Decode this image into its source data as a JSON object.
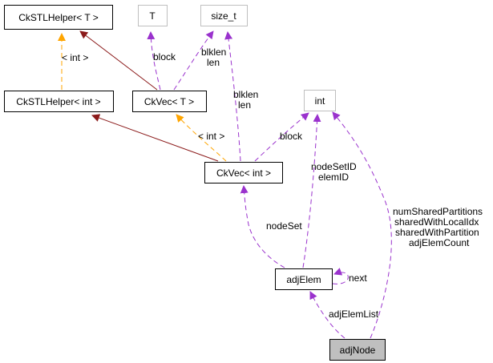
{
  "diagram": {
    "title": "adjNode collaboration graph",
    "colors": {
      "inheritance": "#8b1a1a",
      "template": "#ffa500",
      "usage": "#9a32cd",
      "node_border": "#000000",
      "external_border": "#bfbfbf",
      "highlight_fill": "#bfbfbf"
    },
    "nodes": {
      "ckstlhelper_t": "CkSTLHelper< T >",
      "t": "T",
      "size_t": "size_t",
      "ckstlhelper_int": "CkSTLHelper< int >",
      "ckvec_t": "CkVec< T >",
      "int": "int",
      "ckvec_int": "CkVec< int >",
      "adjelem": "adjElem",
      "adjnode": "adjNode"
    },
    "edges": {
      "helper_template": [
        "< int >"
      ],
      "ckvec_block_t": [
        "block"
      ],
      "ckvec_t_size": [
        "blklen",
        "len"
      ],
      "ckvec_int_size": [
        "blklen",
        "len"
      ],
      "ckvec_template": [
        "< int >"
      ],
      "ckvec_int_block": [
        "block"
      ],
      "adjelem_int": [
        "nodeSetID",
        "elemID"
      ],
      "adjnode_int": [
        "numSharedPartitions",
        "sharedWithLocalIdx",
        "sharedWithPartition",
        "adjElemCount"
      ],
      "adjelem_nodeset": [
        "nodeSet"
      ],
      "adjelem_next": [
        "next"
      ],
      "adjnode_list": [
        "adjElemList"
      ]
    }
  }
}
